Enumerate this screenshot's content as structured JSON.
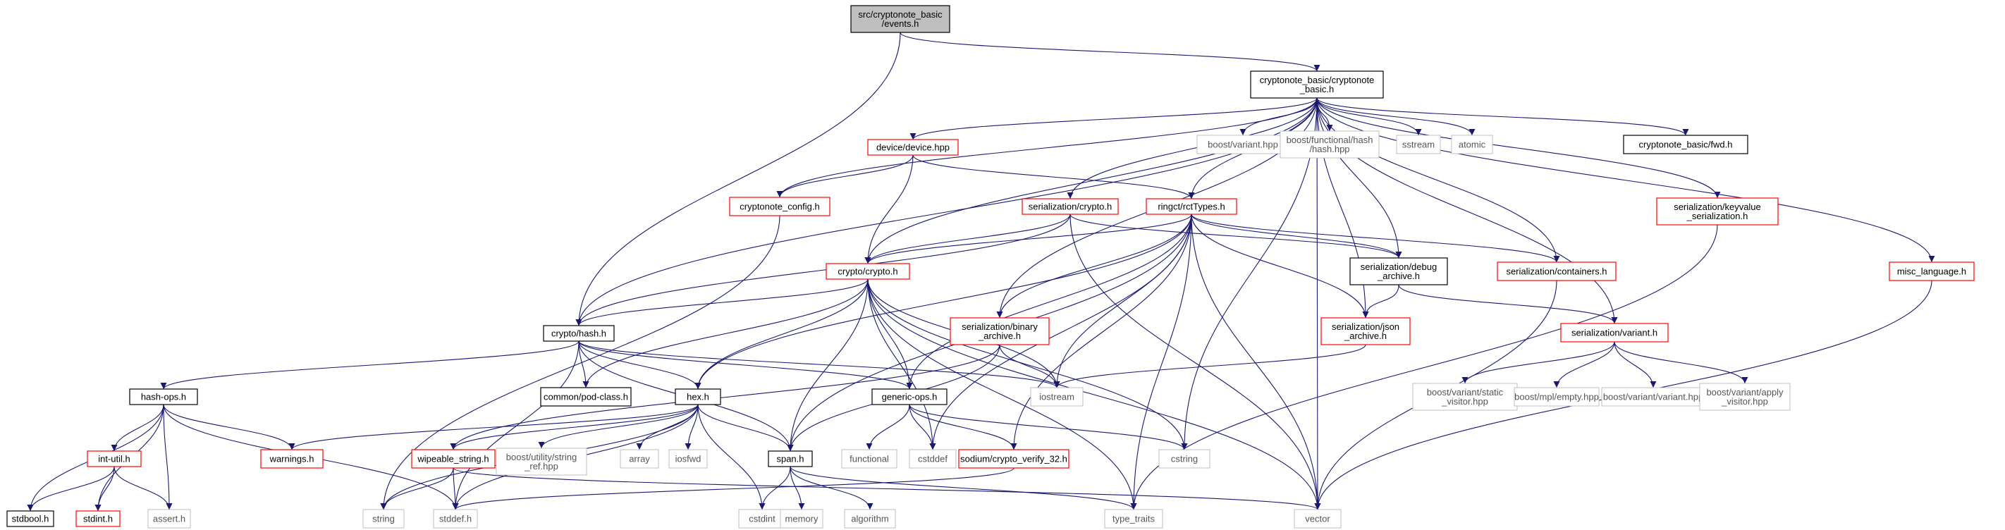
{
  "colors": {
    "edge": "#191970",
    "border_documented": "#000000",
    "border_truncated": "#ff0000",
    "border_system": "#bfbfbf",
    "root_fill": "#bfbfbf",
    "text": "#000000",
    "text_system": "#555555"
  },
  "diagram": {
    "nodes": [
      {
        "id": "events",
        "kind": "root",
        "lines": [
          "src/cryptonote_basic",
          "/events.h"
        ]
      },
      {
        "id": "cn_basic",
        "kind": "doc",
        "lines": [
          "cryptonote_basic/cryptonote",
          "_basic.h"
        ]
      },
      {
        "id": "device",
        "kind": "trunc",
        "lines": [
          "device/device.hpp"
        ]
      },
      {
        "id": "boost_variant",
        "kind": "sys",
        "lines": [
          "boost/variant.hpp"
        ]
      },
      {
        "id": "boost_fhash",
        "kind": "sys",
        "lines": [
          "boost/functional/hash",
          "/hash.hpp"
        ]
      },
      {
        "id": "sstream",
        "kind": "sys",
        "lines": [
          "sstream"
        ]
      },
      {
        "id": "atomic",
        "kind": "sys",
        "lines": [
          "atomic"
        ]
      },
      {
        "id": "cn_fwd",
        "kind": "doc",
        "lines": [
          "cryptonote_basic/fwd.h"
        ]
      },
      {
        "id": "cn_config",
        "kind": "trunc",
        "lines": [
          "cryptonote_config.h"
        ]
      },
      {
        "id": "ser_crypto",
        "kind": "trunc",
        "lines": [
          "serialization/crypto.h"
        ]
      },
      {
        "id": "rct",
        "kind": "trunc",
        "lines": [
          "ringct/rctTypes.h"
        ]
      },
      {
        "id": "ser_kv",
        "kind": "trunc",
        "lines": [
          "serialization/keyvalue",
          "_serialization.h"
        ]
      },
      {
        "id": "crypto",
        "kind": "trunc",
        "lines": [
          "crypto/crypto.h"
        ]
      },
      {
        "id": "ser_debug",
        "kind": "doc",
        "lines": [
          "serialization/debug",
          "_archive.h"
        ]
      },
      {
        "id": "ser_cont",
        "kind": "trunc",
        "lines": [
          "serialization/containers.h"
        ]
      },
      {
        "id": "misc_lang",
        "kind": "trunc",
        "lines": [
          "misc_language.h"
        ]
      },
      {
        "id": "ser_binary",
        "kind": "trunc",
        "lines": [
          "serialization/binary",
          "_archive.h"
        ]
      },
      {
        "id": "ser_json",
        "kind": "trunc",
        "lines": [
          "serialization/json",
          "_archive.h"
        ]
      },
      {
        "id": "ser_variant",
        "kind": "trunc",
        "lines": [
          "serialization/variant.h"
        ]
      },
      {
        "id": "hash",
        "kind": "doc",
        "lines": [
          "crypto/hash.h"
        ]
      },
      {
        "id": "pod",
        "kind": "doc",
        "lines": [
          "common/pod-class.h"
        ]
      },
      {
        "id": "iostream",
        "kind": "sys",
        "lines": [
          "iostream"
        ]
      },
      {
        "id": "bv_static",
        "kind": "sys",
        "lines": [
          "boost/variant/static",
          "_visitor.hpp"
        ]
      },
      {
        "id": "bmpl_empty",
        "kind": "sys",
        "lines": [
          "boost/mpl/empty.hpp"
        ]
      },
      {
        "id": "bv_variant",
        "kind": "sys",
        "lines": [
          "boost/variant/variant.hpp"
        ]
      },
      {
        "id": "bv_apply",
        "kind": "sys",
        "lines": [
          "boost/variant/apply",
          "_visitor.hpp"
        ]
      },
      {
        "id": "hashops",
        "kind": "doc",
        "lines": [
          "hash-ops.h"
        ]
      },
      {
        "id": "hex",
        "kind": "doc",
        "lines": [
          "hex.h"
        ]
      },
      {
        "id": "generic",
        "kind": "doc",
        "lines": [
          "generic-ops.h"
        ]
      },
      {
        "id": "intutil",
        "kind": "trunc",
        "lines": [
          "int-util.h"
        ]
      },
      {
        "id": "warnings",
        "kind": "trunc",
        "lines": [
          "warnings.h"
        ]
      },
      {
        "id": "wipeable",
        "kind": "trunc",
        "lines": [
          "wipeable_string.h"
        ]
      },
      {
        "id": "bu_strref",
        "kind": "sys",
        "lines": [
          "boost/utility/string",
          "_ref.hpp"
        ]
      },
      {
        "id": "array",
        "kind": "sys",
        "lines": [
          "array"
        ]
      },
      {
        "id": "iosfwd",
        "kind": "sys",
        "lines": [
          "iosfwd"
        ]
      },
      {
        "id": "span",
        "kind": "doc",
        "lines": [
          "span.h"
        ]
      },
      {
        "id": "functional",
        "kind": "sys",
        "lines": [
          "functional"
        ]
      },
      {
        "id": "cstddef",
        "kind": "sys",
        "lines": [
          "cstddef"
        ]
      },
      {
        "id": "sodium",
        "kind": "trunc",
        "lines": [
          "sodium/crypto_verify_32.h"
        ]
      },
      {
        "id": "cstring",
        "kind": "sys",
        "lines": [
          "cstring"
        ]
      },
      {
        "id": "stdbool",
        "kind": "doc",
        "lines": [
          "stdbool.h"
        ]
      },
      {
        "id": "stdint",
        "kind": "trunc",
        "lines": [
          "stdint.h"
        ]
      },
      {
        "id": "assert",
        "kind": "sys",
        "lines": [
          "assert.h"
        ]
      },
      {
        "id": "string",
        "kind": "sys",
        "lines": [
          "string"
        ]
      },
      {
        "id": "stddef",
        "kind": "sys",
        "lines": [
          "stddef.h"
        ]
      },
      {
        "id": "cstdint",
        "kind": "sys",
        "lines": [
          "cstdint"
        ]
      },
      {
        "id": "memory",
        "kind": "sys",
        "lines": [
          "memory"
        ]
      },
      {
        "id": "algorithm",
        "kind": "sys",
        "lines": [
          "algorithm"
        ]
      },
      {
        "id": "type_traits",
        "kind": "sys",
        "lines": [
          "type_traits"
        ]
      },
      {
        "id": "vector",
        "kind": "sys",
        "lines": [
          "vector"
        ]
      }
    ],
    "edges": [
      [
        "events",
        "cn_basic"
      ],
      [
        "events",
        "hash"
      ],
      [
        "cn_basic",
        "device"
      ],
      [
        "cn_basic",
        "boost_variant"
      ],
      [
        "cn_basic",
        "boost_fhash"
      ],
      [
        "cn_basic",
        "sstream"
      ],
      [
        "cn_basic",
        "atomic"
      ],
      [
        "cn_basic",
        "cn_fwd"
      ],
      [
        "cn_basic",
        "cn_config"
      ],
      [
        "cn_basic",
        "ser_crypto"
      ],
      [
        "cn_basic",
        "rct"
      ],
      [
        "cn_basic",
        "ser_kv"
      ],
      [
        "cn_basic",
        "crypto"
      ],
      [
        "cn_basic",
        "ser_debug"
      ],
      [
        "cn_basic",
        "ser_cont"
      ],
      [
        "cn_basic",
        "misc_lang"
      ],
      [
        "cn_basic",
        "ser_binary"
      ],
      [
        "cn_basic",
        "ser_json"
      ],
      [
        "cn_basic",
        "ser_variant"
      ],
      [
        "cn_basic",
        "hash"
      ],
      [
        "cn_basic",
        "cstring"
      ],
      [
        "cn_basic",
        "vector"
      ],
      [
        "device",
        "cn_config"
      ],
      [
        "device",
        "crypto"
      ],
      [
        "device",
        "rct"
      ],
      [
        "cn_config",
        "string"
      ],
      [
        "ser_crypto",
        "crypto"
      ],
      [
        "ser_crypto",
        "ser_debug"
      ],
      [
        "ser_crypto",
        "hash"
      ],
      [
        "ser_crypto",
        "vector"
      ],
      [
        "rct",
        "crypto"
      ],
      [
        "rct",
        "ser_debug"
      ],
      [
        "rct",
        "ser_cont"
      ],
      [
        "rct",
        "ser_binary"
      ],
      [
        "rct",
        "ser_json"
      ],
      [
        "rct",
        "hex"
      ],
      [
        "rct",
        "generic"
      ],
      [
        "rct",
        "span"
      ],
      [
        "rct",
        "iostream"
      ],
      [
        "rct",
        "cstddef"
      ],
      [
        "rct",
        "sodium"
      ],
      [
        "rct",
        "vector"
      ],
      [
        "rct",
        "type_traits"
      ],
      [
        "ser_kv",
        "type_traits"
      ],
      [
        "crypto",
        "hash"
      ],
      [
        "crypto",
        "pod"
      ],
      [
        "crypto",
        "iostream"
      ],
      [
        "crypto",
        "hex"
      ],
      [
        "crypto",
        "generic"
      ],
      [
        "crypto",
        "span"
      ],
      [
        "crypto",
        "cstddef"
      ],
      [
        "crypto",
        "cstring"
      ],
      [
        "crypto",
        "type_traits"
      ],
      [
        "crypto",
        "vector"
      ],
      [
        "ser_debug",
        "ser_json"
      ],
      [
        "ser_debug",
        "ser_variant"
      ],
      [
        "ser_cont",
        "vector"
      ],
      [
        "misc_lang",
        "vector"
      ],
      [
        "ser_binary",
        "iostream"
      ],
      [
        "ser_binary",
        "span"
      ],
      [
        "ser_binary",
        "wipeable"
      ],
      [
        "ser_json",
        "iostream"
      ],
      [
        "ser_variant",
        "bv_static"
      ],
      [
        "ser_variant",
        "bmpl_empty"
      ],
      [
        "ser_variant",
        "bv_variant"
      ],
      [
        "ser_variant",
        "bv_apply"
      ],
      [
        "hash",
        "hashops"
      ],
      [
        "hash",
        "pod"
      ],
      [
        "hash",
        "hex"
      ],
      [
        "hash",
        "generic"
      ],
      [
        "hash",
        "span"
      ],
      [
        "hash",
        "stddef"
      ],
      [
        "hash",
        "iostream"
      ],
      [
        "hashops",
        "stdbool"
      ],
      [
        "hashops",
        "intutil"
      ],
      [
        "hashops",
        "warnings"
      ],
      [
        "hashops",
        "stddef"
      ],
      [
        "hashops",
        "stdint"
      ],
      [
        "hashops",
        "assert"
      ],
      [
        "intutil",
        "stdbool"
      ],
      [
        "intutil",
        "stdint"
      ],
      [
        "intutil",
        "assert"
      ],
      [
        "hex",
        "warnings"
      ],
      [
        "hex",
        "wipeable"
      ],
      [
        "hex",
        "bu_strref"
      ],
      [
        "hex",
        "array"
      ],
      [
        "hex",
        "iosfwd"
      ],
      [
        "hex",
        "span"
      ],
      [
        "hex",
        "string"
      ],
      [
        "hex",
        "stddef"
      ],
      [
        "hex",
        "cstdint"
      ],
      [
        "generic",
        "functional"
      ],
      [
        "generic",
        "cstddef"
      ],
      [
        "generic",
        "sodium"
      ],
      [
        "generic",
        "cstring"
      ],
      [
        "wipeable",
        "string"
      ],
      [
        "wipeable",
        "stddef"
      ],
      [
        "wipeable",
        "vector"
      ],
      [
        "sodium",
        "stddef"
      ],
      [
        "span",
        "cstdint"
      ],
      [
        "span",
        "memory"
      ],
      [
        "span",
        "algorithm"
      ],
      [
        "span",
        "type_traits"
      ]
    ]
  }
}
